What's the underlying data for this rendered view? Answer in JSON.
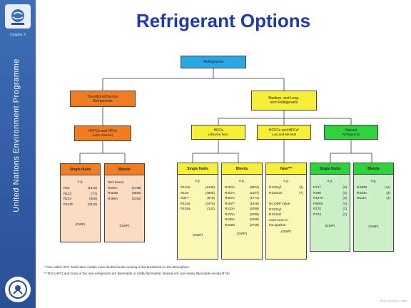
{
  "sidebar": {
    "chapter_label": "Chapter 2",
    "org_name": "United Nations Environment Programme"
  },
  "title": "Refrigerant Options",
  "tree": {
    "root": "Refrigerants",
    "branch_left": {
      "line1": "Transitional/Service",
      "line2": "Refrigerants"
    },
    "branch_right": {
      "line1": "Medium- and Long-",
      "line2": "term Refrigerants"
    },
    "hcfc": {
      "line1": "HCFCs and HFCs",
      "line2": "(with chlorine)"
    },
    "hfcs": {
      "line1": "HFCs",
      "line2": "(chlorine free)"
    },
    "hcfc_mid": {
      "line1": "HCFCs and HFCs*",
      "line2": "Low and Minimal"
    },
    "natural": {
      "line1": "Natural",
      "line2": "Refrigerants"
    }
  },
  "leaves": {
    "trans_single": {
      "header": "Single fluids",
      "eg": "e.g.",
      "items": [
        [
          "R22",
          "(1810)"
        ],
        [
          "R123",
          "(77)"
        ],
        [
          "R124",
          "(609)"
        ],
        [
          "R142b",
          "(2310)"
        ]
      ],
      "footer": "(GWP)"
    },
    "trans_blends": {
      "header": "Blends",
      "items": [
        [
          "R22 based",
          ""
        ],
        [
          "R402A",
          "(2788)"
        ],
        [
          "R403B",
          "(3682)"
        ],
        [
          "R408A",
          "(3152)"
        ]
      ],
      "footer": "(GWP)"
    },
    "hfc_single": {
      "header": "Single fluids",
      "eg": "e.g.",
      "items": [
        [
          "R134a",
          "(1430)"
        ],
        [
          "R125",
          "(3500)"
        ],
        [
          "R32**",
          "(675)"
        ],
        [
          "R143a",
          "(4470)"
        ],
        [
          "R152a",
          "(124)"
        ]
      ],
      "footer": "(GWP)"
    },
    "hfc_blends": {
      "header": "Blends",
      "eg": "e.g.",
      "items": [
        [
          "R404A",
          "(3922)"
        ],
        [
          "R407A",
          "(2107)"
        ],
        [
          "R407C",
          "(1774)"
        ],
        [
          "R407F",
          "(1825)"
        ],
        [
          "R410A",
          "(2088)"
        ],
        [
          "R410A",
          "(2088)"
        ],
        [
          "R438A",
          "(2265)"
        ],
        [
          "R422D",
          "(2729)"
        ]
      ],
      "footer": "(GWP)"
    },
    "mid_new": {
      "header": "New***",
      "eg": "e.g.",
      "items": [
        [
          "R1234yf",
          "(4)"
        ],
        [
          "R1234ze",
          "(7)"
        ]
      ],
      "extra": [
        "No ODP value",
        "R1234yf",
        "R1243zf",
        "more seen in",
        "the pipeline"
      ],
      "footer": "(GWP)"
    },
    "nat_single": {
      "header": "Single fluids",
      "eg": "e.g.",
      "items": [
        [
          "R717",
          "(0)"
        ],
        [
          "R290",
          "(3)"
        ],
        [
          "R1270",
          "(2)"
        ],
        [
          "R600a",
          "(3)"
        ],
        [
          "R170",
          "(3)"
        ],
        [
          "R744",
          "(1)"
        ]
      ],
      "footer": "(GWP)"
    },
    "nat_blends": {
      "header": "Blends",
      "eg": "e.g.",
      "items": [
        [
          "R430B",
          "(11)"
        ],
        [
          "R433C",
          "(3)"
        ],
        [
          "R511A",
          "(3)"
        ]
      ],
      "footer": "(GWP)"
    }
  },
  "footnotes": [
    "* Also called HFO. Molecules contain more double bonds causing a fast breakdown in the atmosphere",
    "** R32 (HFC) and many of the new refrigerants are flammable or mildly flammable. Natural refr. are mainly flammable except R744"
  ],
  "credit": "Source: OzonAction / UNEP",
  "colors": {
    "title": "#1f3aa8",
    "root": "#2aa7e3",
    "transitional": "#f07d22",
    "transitional_leaf": "#fbdcc3",
    "medium": "#f6ee37",
    "medium_leaf": "#fbf7b4",
    "natural": "#2fd13c",
    "natural_leaf": "#cdf0c8"
  }
}
